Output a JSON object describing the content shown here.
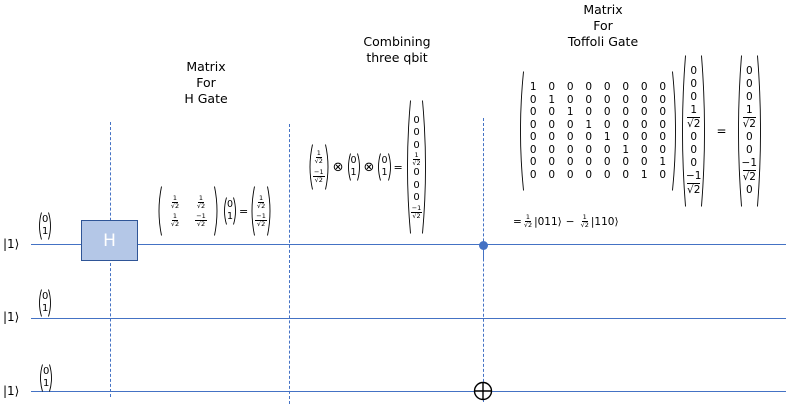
{
  "colors": {
    "wire": "#4472c4",
    "gate_fill": "#b4c7e7",
    "gate_border": "#2f5597"
  },
  "qubits": [
    {
      "ket": "|1⟩",
      "vector": [
        "0",
        "1"
      ]
    },
    {
      "ket": "|1⟩",
      "vector": [
        "0",
        "1"
      ]
    },
    {
      "ket": "|1⟩",
      "vector": [
        "0",
        "1"
      ]
    }
  ],
  "gates": {
    "h_label": "H",
    "control_icon": "filled-dot",
    "target_icon": "circled-plus",
    "target_symbol": "⊕"
  },
  "annotations": {
    "h_header": [
      "Matrix",
      "For",
      "H Gate"
    ],
    "combine_header": [
      "Combining",
      "three qbit"
    ],
    "toffoli_header": [
      "Matrix",
      "For",
      "Toffoli Gate"
    ]
  },
  "math": {
    "one": "1",
    "sqrt2": "√2",
    "neg_one": "−1",
    "equals": "=",
    "tensor": "⊗",
    "minus": "−",
    "h_matrix": [
      [
        "1",
        "√2",
        "1",
        "√2"
      ],
      [
        "1",
        "√2",
        "−1",
        "√2"
      ]
    ],
    "h_input": [
      "0",
      "1"
    ],
    "h_result": [
      [
        "1",
        "√2"
      ],
      [
        "−1",
        "√2"
      ]
    ],
    "combined_factor1": [
      [
        "1",
        "√2"
      ],
      [
        "−1",
        "√2"
      ]
    ],
    "combined_factor2": [
      "0",
      "1"
    ],
    "combined_factor3": [
      "0",
      "1"
    ],
    "combined_state": [
      "0",
      "0",
      "0",
      "1/√2",
      "0",
      "0",
      "0",
      "−1/√2"
    ],
    "toffoli_matrix": [
      [
        "1",
        "0",
        "0",
        "0",
        "0",
        "0",
        "0",
        "0"
      ],
      [
        "0",
        "1",
        "0",
        "0",
        "0",
        "0",
        "0",
        "0"
      ],
      [
        "0",
        "0",
        "1",
        "0",
        "0",
        "0",
        "0",
        "0"
      ],
      [
        "0",
        "0",
        "0",
        "1",
        "0",
        "0",
        "0",
        "0"
      ],
      [
        "0",
        "0",
        "0",
        "0",
        "1",
        "0",
        "0",
        "0"
      ],
      [
        "0",
        "0",
        "0",
        "0",
        "0",
        "1",
        "0",
        "0"
      ],
      [
        "0",
        "0",
        "0",
        "0",
        "0",
        "0",
        "0",
        "1"
      ],
      [
        "0",
        "0",
        "0",
        "0",
        "0",
        "0",
        "1",
        "0"
      ]
    ],
    "toffoli_input": [
      "0",
      "0",
      "0",
      "1/√2",
      "0",
      "0",
      "0",
      "−1/√2"
    ],
    "toffoli_output": [
      "0",
      "0",
      "0",
      "1/√2",
      "0",
      "0",
      "−1/√2",
      "0"
    ],
    "final_state": {
      "equals": "=",
      "term1_ket": "|011⟩",
      "minus": "−",
      "term2_ket": "|110⟩"
    }
  }
}
